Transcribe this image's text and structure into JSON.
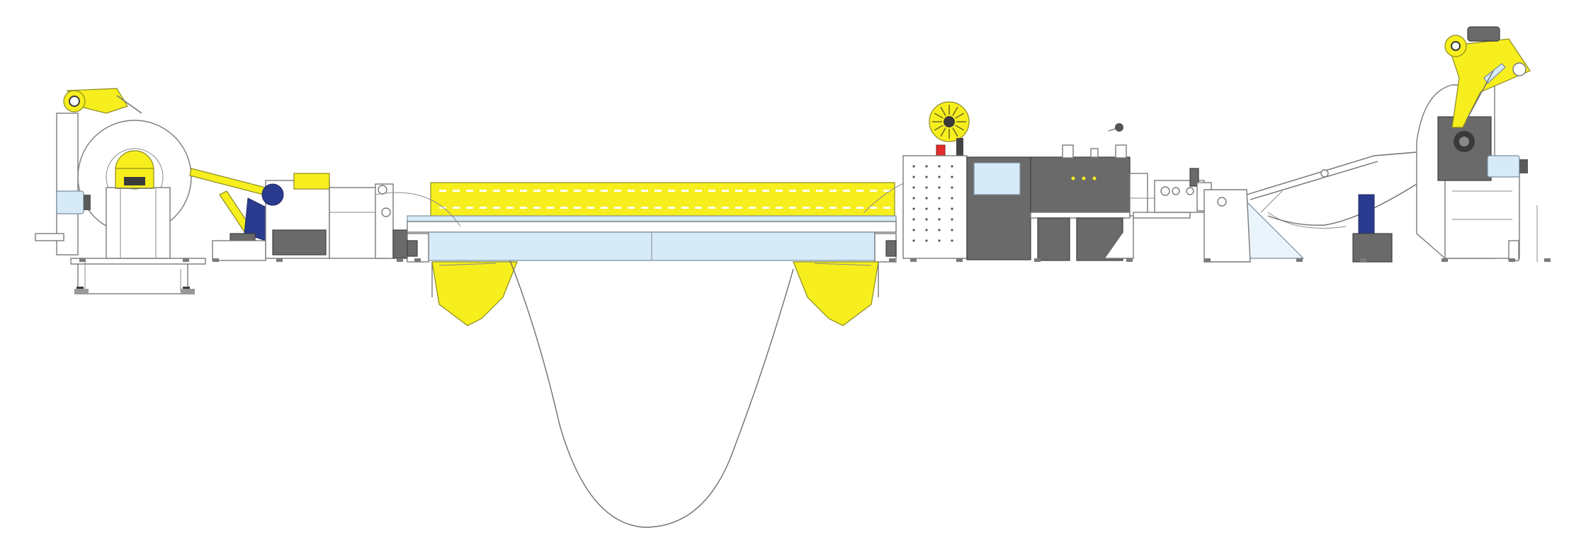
{
  "colors": {
    "yellow": "#f7ee1e",
    "gray": "#6a6a6a",
    "light_blue": "#d6eaf8",
    "navy": "#2a3b8f",
    "red": "#e12a2a",
    "outline": "#7a7a7a"
  },
  "components": [
    {
      "id": "uncoiler",
      "icon": "uncoiler-icon"
    },
    {
      "id": "coil-car",
      "icon": "coil-car-icon"
    },
    {
      "id": "peeler-table",
      "icon": "peeler-arm-icon"
    },
    {
      "id": "pinch-roll-straightener",
      "icon": "straightener-icon"
    },
    {
      "id": "loop-pit-bridge",
      "icon": "loop-bridge-icon"
    },
    {
      "id": "loop-swing-tables",
      "icon": "swing-table-icon"
    },
    {
      "id": "cable-reel",
      "icon": "cable-reel-icon"
    },
    {
      "id": "control-cabinet",
      "icon": "cabinet-icon"
    },
    {
      "id": "slitter-head",
      "icon": "slitter-icon"
    },
    {
      "id": "exit-guide",
      "icon": "guide-icon"
    },
    {
      "id": "scrap-winder",
      "icon": "scrap-winder-icon"
    },
    {
      "id": "recoiler",
      "icon": "recoiler-icon"
    }
  ]
}
